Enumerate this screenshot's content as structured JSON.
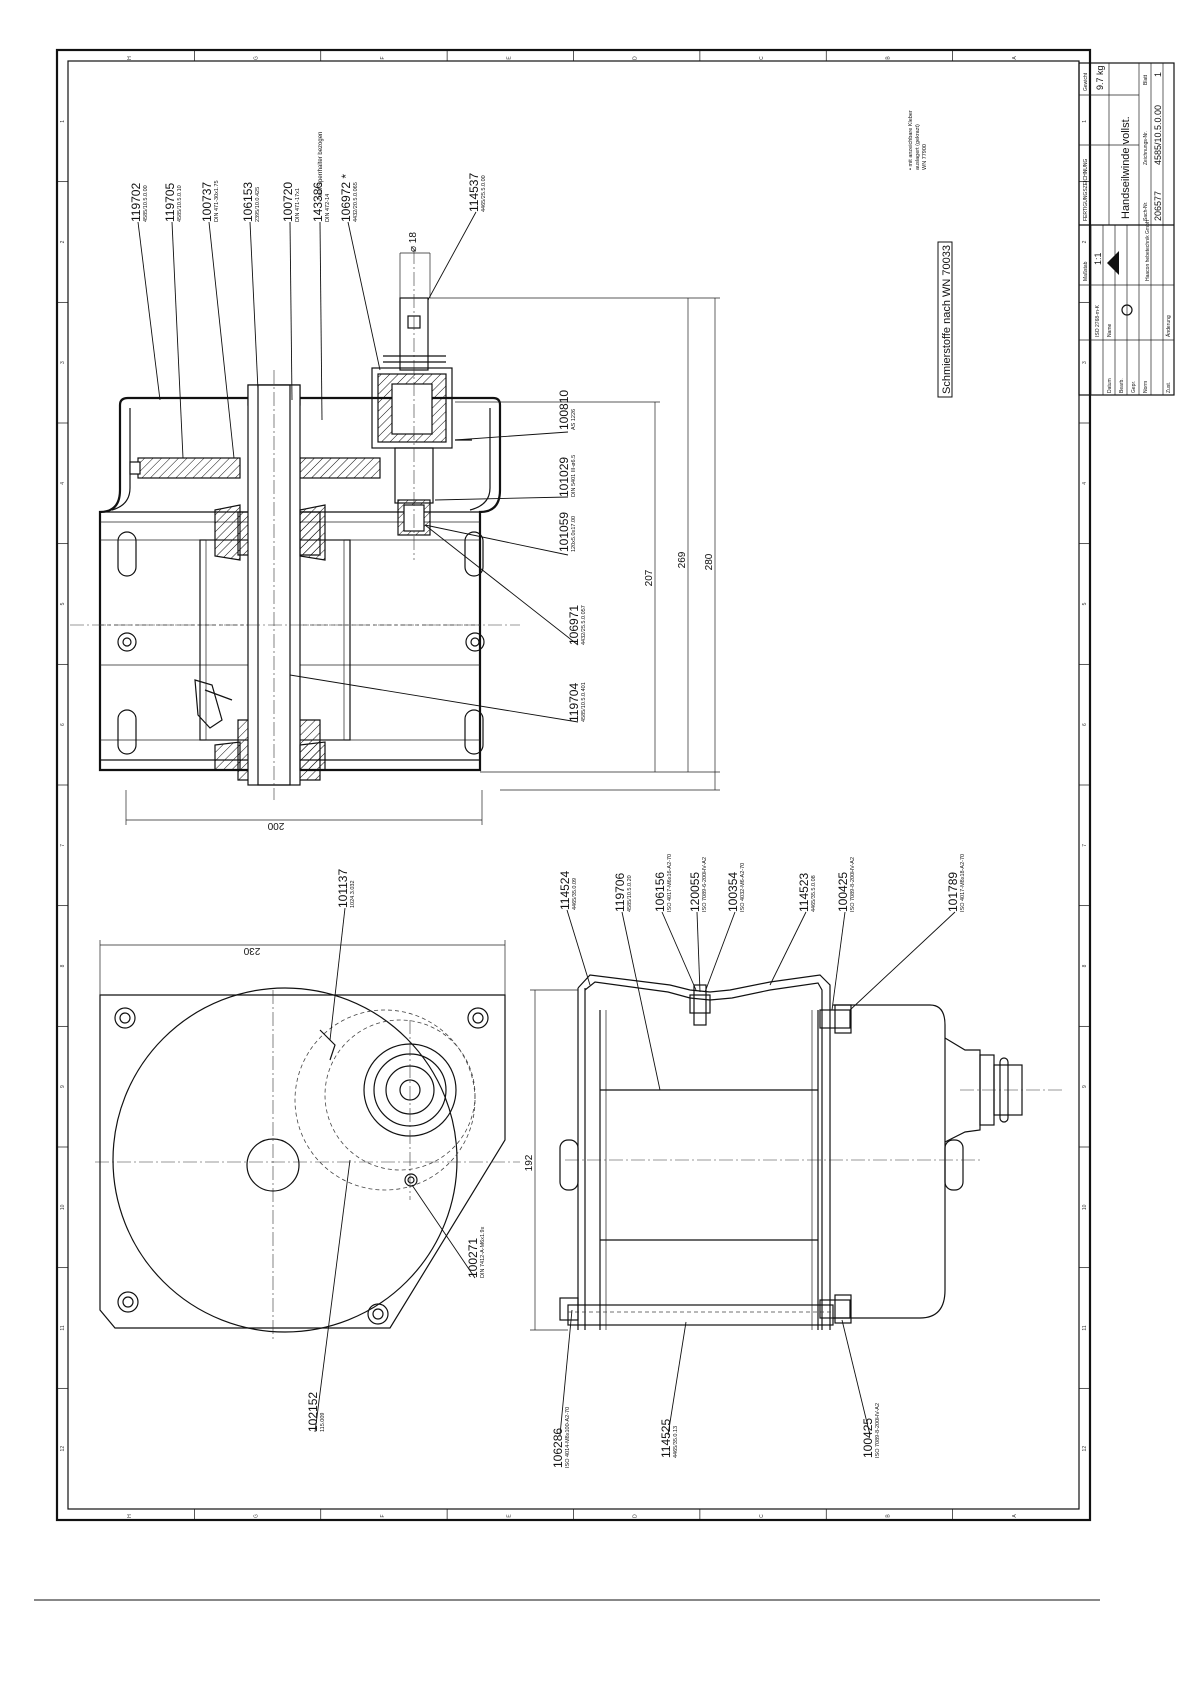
{
  "drawing": {
    "lubricant_note": "Schmierstoffe nach WN 70033",
    "spare_note": "* auf Sperrhalter bezogen",
    "paint_note": [
      "• mit anzeichbare Kleber",
      "auslagert (gekrazt)",
      "WN 77900"
    ],
    "grid_numbers": [
      "1",
      "2",
      "3",
      "4",
      "5",
      "6",
      "7",
      "8",
      "9",
      "10",
      "11",
      "12"
    ],
    "grid_letters": [
      "H",
      "G",
      "F",
      "E",
      "D",
      "C",
      "B",
      "A"
    ],
    "dimensions": {
      "d18": "⌀ 18",
      "d207": "207",
      "d269": "269",
      "d280": "280",
      "d200": "200",
      "d230": "230",
      "d192": "192"
    },
    "parts_top": [
      {
        "no": "119702",
        "spec": "4585/10.5.0.00"
      },
      {
        "no": "119705",
        "spec": "4585/10.5.0.10"
      },
      {
        "no": "100737",
        "spec": "DIN 471-30x1.75"
      },
      {
        "no": "106153",
        "spec": "2395/10.0.425"
      },
      {
        "no": "100720",
        "spec": "DIN 471-17x1"
      },
      {
        "no": "143386",
        "spec": "DIN 472-14"
      },
      {
        "no": "106972 *",
        "spec": "4432/20.5.0.065"
      },
      {
        "no": "114537",
        "spec": "4465/25.5.0.00"
      }
    ],
    "parts_mid": [
      {
        "no": "100810",
        "spec": "AS 1226"
      },
      {
        "no": "101029",
        "spec": "DIN 5401 III-ø6.5"
      },
      {
        "no": "101059",
        "spec": "120x5.0x17.00"
      },
      {
        "no": "106971",
        "spec": "4432/25.5.0.057"
      },
      {
        "no": "119704",
        "spec": "4585/10.5.0.401"
      }
    ],
    "parts_side": [
      {
        "no": "101137",
        "spec": "1024.3.032"
      },
      {
        "no": "100271",
        "spec": "DIN 7412-A-M6x1.9x"
      },
      {
        "no": "102152",
        "spec": "115.009"
      }
    ],
    "parts_bottom_top": [
      {
        "no": "114524",
        "spec": "4465/35.0.09"
      },
      {
        "no": "119706",
        "spec": "4585/10.5.0.20"
      },
      {
        "no": "106156",
        "spec": "ISO 4017-M6x16-A2-70"
      },
      {
        "no": "120055",
        "spec": "ISO 7089-6-200HV-A2"
      },
      {
        "no": "100354",
        "spec": "ISO 4032-M6-A2-70"
      },
      {
        "no": "114523",
        "spec": "4465/35.5.0.08"
      },
      {
        "no": "100425",
        "spec": "ISO 7089-8-200HV-A2"
      },
      {
        "no": "101789",
        "spec": "ISO 4017-M8x18-A2-70"
      }
    ],
    "parts_bottom_low": [
      {
        "no": "106286",
        "spec": "ISO 4014-M8x100-A2-70"
      },
      {
        "no": "114525",
        "spec": "4465/35.0.13"
      },
      {
        "no": "100425",
        "spec": "ISO 7089-8-200HV-A2"
      }
    ],
    "title_block": {
      "title": "Handseilwinde vollst.",
      "drawing_number": "4585/10.5.0.00",
      "article_number": "206577",
      "sheet": "1",
      "weight": "9.7 kg",
      "scale": "1:1",
      "standard": "ISO 2768-m-K",
      "header": "FERTIGUNGSZEICHNUNG",
      "owner": "Haacon hebetechnik GmbH",
      "labels": [
        "Datum",
        "Name",
        "Bearb.",
        "Gepr.",
        "Norm",
        "Zust.",
        "Änderung",
        "Maßstab",
        "Blatt",
        "Gewicht",
        "Zeichnungs-Nr.",
        "Sach-Nr."
      ]
    }
  }
}
